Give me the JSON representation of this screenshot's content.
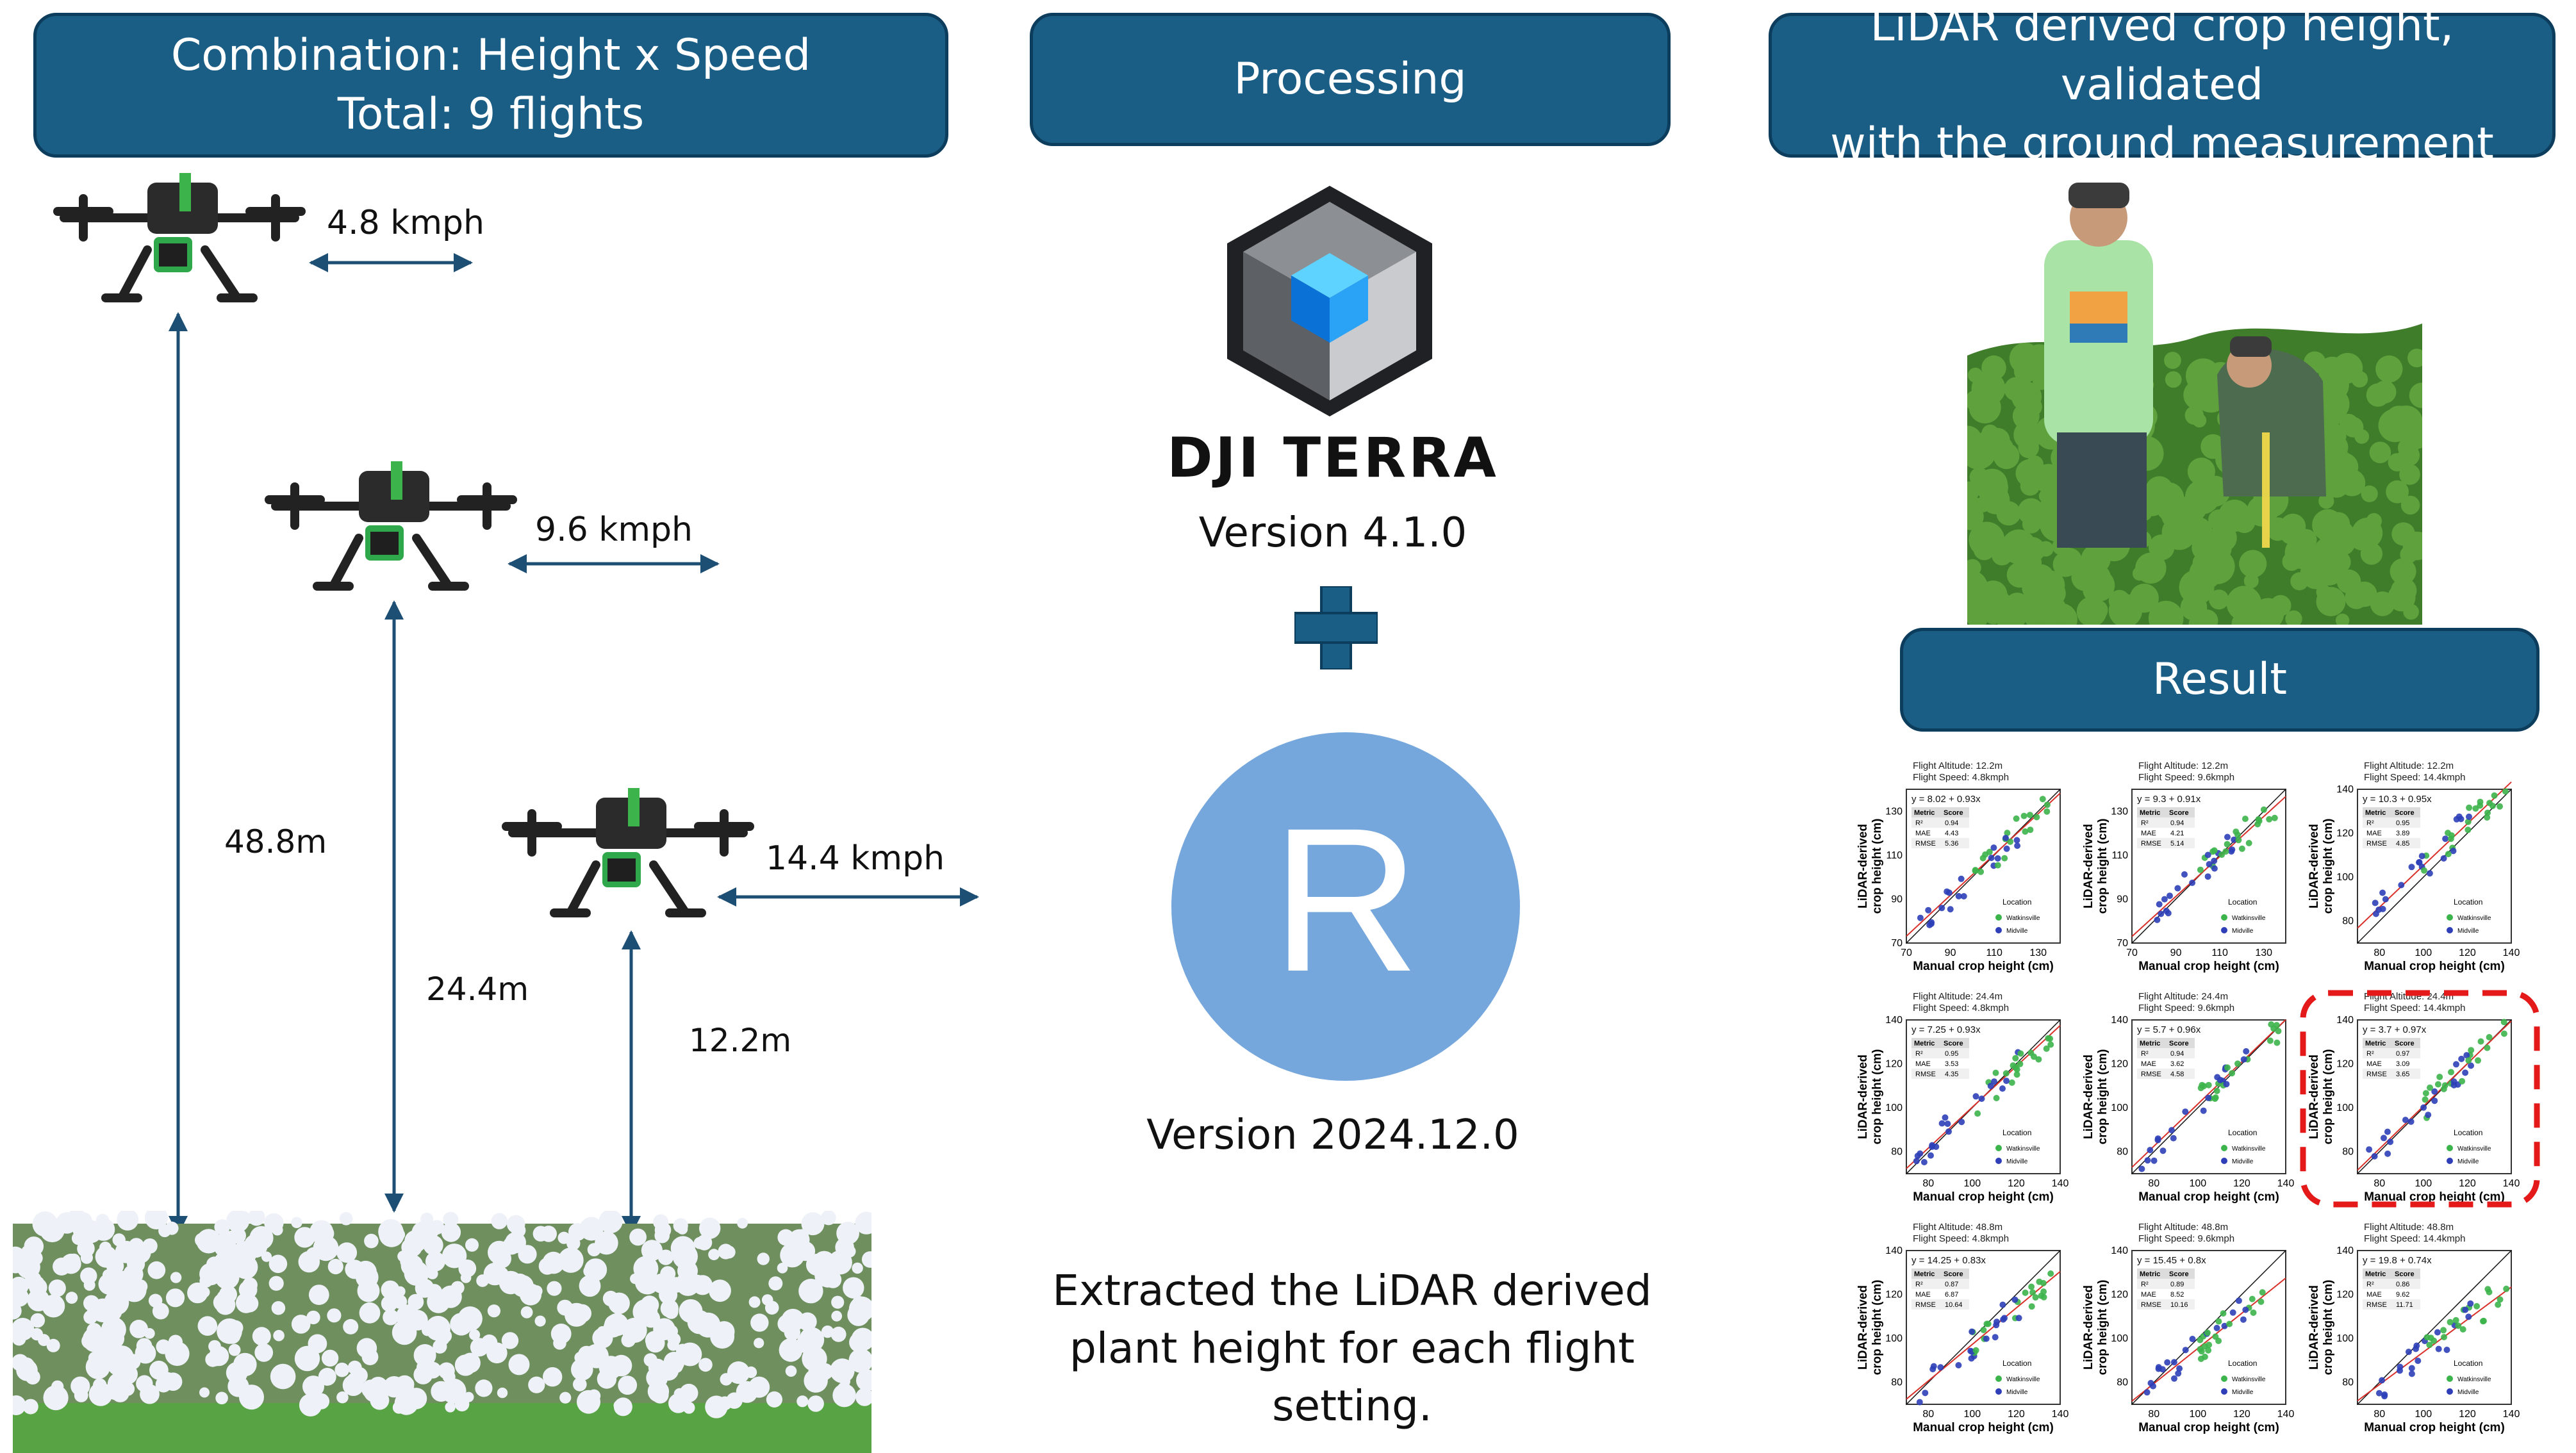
{
  "left": {
    "banner": {
      "line1": "Combination: Height x Speed",
      "line2": "Total: 9 flights"
    },
    "speeds": [
      "4.8 kmph",
      "9.6 kmph",
      "14.4 kmph"
    ],
    "heights": [
      "48.8m",
      "24.4m",
      "12.2m"
    ]
  },
  "middle": {
    "banner": "Processing",
    "dji_name": "DJI TERRA",
    "dji_version": "Version 4.1.0",
    "r_letter": "R",
    "r_version": "Version 2024.12.0",
    "description": {
      "line1": "Extracted the LiDAR derived",
      "line2": "plant height for each flight",
      "line3": "setting."
    }
  },
  "right": {
    "banner": {
      "line1": "LiDAR derived crop height, validated",
      "line2": "with the ground measurement"
    },
    "result_banner": "Result"
  },
  "chart_data": [
    {
      "type": "scatter",
      "title": "Flight Altitude: 12.2m",
      "subtitle": "Flight Speed: 4.8kmph",
      "equation": "y = 8.02 + 0.93x",
      "metrics": [
        [
          "R²",
          "0.94"
        ],
        [
          "MAE",
          "4.43"
        ],
        [
          "RMSE",
          "5.36"
        ]
      ],
      "xlabel": "Manual crop height (cm)",
      "ylabel": "LiDAR-derived crop height (cm)",
      "xticks": [
        "70",
        "90",
        "110",
        "130"
      ],
      "yticks": [
        "70",
        "90",
        "110",
        "130"
      ],
      "xlim": [
        70,
        140
      ],
      "ylim": [
        70,
        140
      ],
      "legend_title": "Location",
      "series": [
        {
          "name": "Watkinsville",
          "color": "#3cb44b"
        },
        {
          "name": "Midville",
          "color": "#2e3fb8"
        }
      ]
    },
    {
      "type": "scatter",
      "title": "Flight Altitude: 12.2m",
      "subtitle": "Flight Speed: 9.6kmph",
      "equation": "y = 9.3 + 0.91x",
      "metrics": [
        [
          "R²",
          "0.94"
        ],
        [
          "MAE",
          "4.21"
        ],
        [
          "RMSE",
          "5.14"
        ]
      ],
      "xlabel": "Manual crop height (cm)",
      "ylabel": "LiDAR-derived crop height (cm)",
      "xticks": [
        "70",
        "90",
        "110",
        "130"
      ],
      "yticks": [
        "70",
        "90",
        "110",
        "130"
      ],
      "xlim": [
        70,
        140
      ],
      "ylim": [
        70,
        140
      ],
      "legend_title": "Location",
      "series": [
        {
          "name": "Watkinsville",
          "color": "#3cb44b"
        },
        {
          "name": "Midville",
          "color": "#2e3fb8"
        }
      ]
    },
    {
      "type": "scatter",
      "title": "Flight Altitude: 12.2m",
      "subtitle": "Flight Speed: 14.4kmph",
      "equation": "y = 10.3 + 0.95x",
      "metrics": [
        [
          "R²",
          "0.95"
        ],
        [
          "MAE",
          "3.89"
        ],
        [
          "RMSE",
          "4.85"
        ]
      ],
      "xlabel": "Manual crop height (cm)",
      "ylabel": "LiDAR-derived crop height (cm)",
      "xticks": [
        "80",
        "100",
        "120",
        "140"
      ],
      "yticks": [
        "80",
        "100",
        "120",
        "140"
      ],
      "xlim": [
        70,
        140
      ],
      "ylim": [
        70,
        140
      ],
      "legend_title": "Location",
      "series": [
        {
          "name": "Watkinsville",
          "color": "#3cb44b"
        },
        {
          "name": "Midville",
          "color": "#2e3fb8"
        }
      ]
    },
    {
      "type": "scatter",
      "title": "Flight Altitude: 24.4m",
      "subtitle": "Flight Speed: 4.8kmph",
      "equation": "y = 7.25 + 0.93x",
      "metrics": [
        [
          "R²",
          "0.95"
        ],
        [
          "MAE",
          "3.53"
        ],
        [
          "RMSE",
          "4.35"
        ]
      ],
      "xlabel": "Manual crop height (cm)",
      "ylabel": "LiDAR-derived crop height (cm)",
      "xticks": [
        "80",
        "100",
        "120",
        "140"
      ],
      "yticks": [
        "80",
        "100",
        "120",
        "140"
      ],
      "xlim": [
        70,
        140
      ],
      "ylim": [
        70,
        140
      ],
      "legend_title": "Location",
      "series": [
        {
          "name": "Watkinsville",
          "color": "#3cb44b"
        },
        {
          "name": "Midville",
          "color": "#2e3fb8"
        }
      ]
    },
    {
      "type": "scatter",
      "title": "Flight Altitude: 24.4m",
      "subtitle": "Flight Speed: 9.6kmph",
      "equation": "y = 5.7 + 0.96x",
      "metrics": [
        [
          "R²",
          "0.94"
        ],
        [
          "MAE",
          "3.62"
        ],
        [
          "RMSE",
          "4.58"
        ]
      ],
      "xlabel": "Manual crop height (cm)",
      "ylabel": "LiDAR-derived crop height (cm)",
      "xticks": [
        "80",
        "100",
        "120",
        "140"
      ],
      "yticks": [
        "80",
        "100",
        "120",
        "140"
      ],
      "xlim": [
        70,
        140
      ],
      "ylim": [
        70,
        140
      ],
      "legend_title": "Location",
      "series": [
        {
          "name": "Watkinsville",
          "color": "#3cb44b"
        },
        {
          "name": "Midville",
          "color": "#2e3fb8"
        }
      ]
    },
    {
      "type": "scatter",
      "title": "Flight Altitude: 24.4m",
      "subtitle": "Flight Speed: 14.4kmph",
      "equation": "y = 3.7 + 0.97x",
      "metrics": [
        [
          "R²",
          "0.97"
        ],
        [
          "MAE",
          "3.09"
        ],
        [
          "RMSE",
          "3.65"
        ]
      ],
      "xlabel": "Manual crop height (cm)",
      "ylabel": "LiDAR-derived crop height (cm)",
      "xticks": [
        "80",
        "100",
        "120",
        "140"
      ],
      "yticks": [
        "80",
        "100",
        "120",
        "140"
      ],
      "xlim": [
        70,
        140
      ],
      "ylim": [
        70,
        140
      ],
      "legend_title": "Location",
      "highlighted": true,
      "series": [
        {
          "name": "Watkinsville",
          "color": "#3cb44b"
        },
        {
          "name": "Midville",
          "color": "#2e3fb8"
        }
      ]
    },
    {
      "type": "scatter",
      "title": "Flight Altitude: 48.8m",
      "subtitle": "Flight Speed: 4.8kmph",
      "equation": "y = 14.25 + 0.83x",
      "metrics": [
        [
          "R²",
          "0.87"
        ],
        [
          "MAE",
          "6.87"
        ],
        [
          "RMSE",
          "10.64"
        ]
      ],
      "xlabel": "Manual crop height (cm)",
      "ylabel": "LiDAR-derived crop height (cm)",
      "xticks": [
        "80",
        "100",
        "120",
        "140"
      ],
      "yticks": [
        "80",
        "100",
        "120",
        "140"
      ],
      "xlim": [
        70,
        140
      ],
      "ylim": [
        70,
        140
      ],
      "legend_title": "Location",
      "series": [
        {
          "name": "Watkinsville",
          "color": "#3cb44b"
        },
        {
          "name": "Midville",
          "color": "#2e3fb8"
        }
      ]
    },
    {
      "type": "scatter",
      "title": "Flight Altitude: 48.8m",
      "subtitle": "Flight Speed: 9.6kmph",
      "equation": "y = 15.45 + 0.8x",
      "metrics": [
        [
          "R²",
          "0.89"
        ],
        [
          "MAE",
          "8.52"
        ],
        [
          "RMSE",
          "10.16"
        ]
      ],
      "xlabel": "Manual crop height (cm)",
      "ylabel": "LiDAR-derived crop height (cm)",
      "xticks": [
        "80",
        "100",
        "120",
        "140"
      ],
      "yticks": [
        "80",
        "100",
        "120",
        "140"
      ],
      "xlim": [
        70,
        140
      ],
      "ylim": [
        70,
        140
      ],
      "legend_title": "Location",
      "series": [
        {
          "name": "Watkinsville",
          "color": "#3cb44b"
        },
        {
          "name": "Midville",
          "color": "#2e3fb8"
        }
      ]
    },
    {
      "type": "scatter",
      "title": "Flight Altitude: 48.8m",
      "subtitle": "Flight Speed: 14.4kmph",
      "equation": "y = 19.8 + 0.74x",
      "metrics": [
        [
          "R²",
          "0.86"
        ],
        [
          "MAE",
          "9.62"
        ],
        [
          "RMSE",
          "11.71"
        ]
      ],
      "xlabel": "Manual crop height (cm)",
      "ylabel": "LiDAR-derived crop height (cm)",
      "xticks": [
        "80",
        "100",
        "120",
        "140"
      ],
      "yticks": [
        "80",
        "100",
        "120",
        "140"
      ],
      "xlim": [
        70,
        140
      ],
      "ylim": [
        70,
        140
      ],
      "legend_title": "Location",
      "series": [
        {
          "name": "Watkinsville",
          "color": "#3cb44b"
        },
        {
          "name": "Midville",
          "color": "#2e3fb8"
        }
      ]
    }
  ]
}
